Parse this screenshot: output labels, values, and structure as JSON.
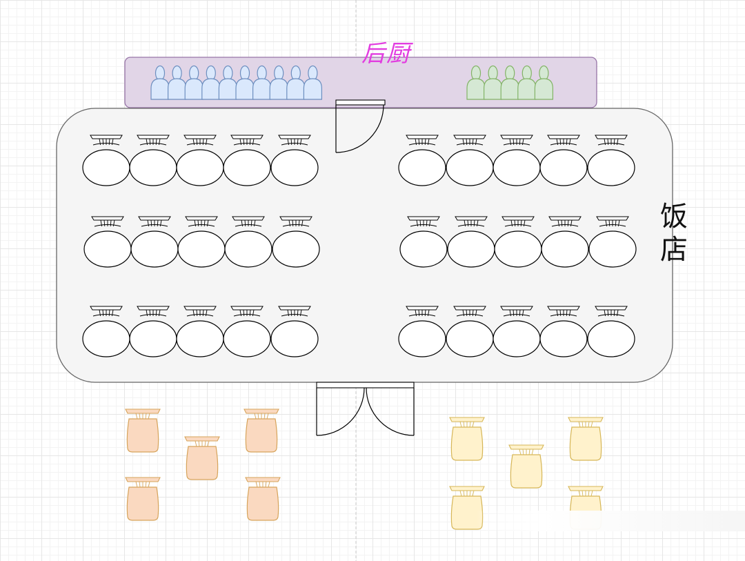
{
  "diagram": {
    "kitchen_label": "后厨",
    "restaurant_label": "饭店",
    "colors": {
      "kitchen_fill": "#e1d5e7",
      "kitchen_stroke": "#9673a6",
      "hall_fill": "#f5f5f5",
      "hall_stroke": "#666666",
      "cook_fill": "#dae8fc",
      "cook_stroke": "#6c8ebf",
      "waiter_fill": "#d5e8d4",
      "waiter_stroke": "#82b366",
      "left_queue_fill": "#fad9c0",
      "left_queue_stroke": "#d6a35a",
      "right_queue_fill": "#fff2cc",
      "right_queue_stroke": "#d6b656",
      "table_fill": "#ffffff",
      "table_stroke": "#000000",
      "label_kitchen_color": "#e23ee0"
    },
    "kitchen_staff": {
      "cooks": 10,
      "waiters": 5
    },
    "dining_tables": {
      "table_blocks": 2,
      "rows_per_block": 3,
      "tables_per_row": 5
    },
    "waiting_area": {
      "left_chairs": 5,
      "right_chairs": 5
    },
    "doors": {
      "kitchen_door": "single",
      "entrance_door": "double"
    }
  }
}
